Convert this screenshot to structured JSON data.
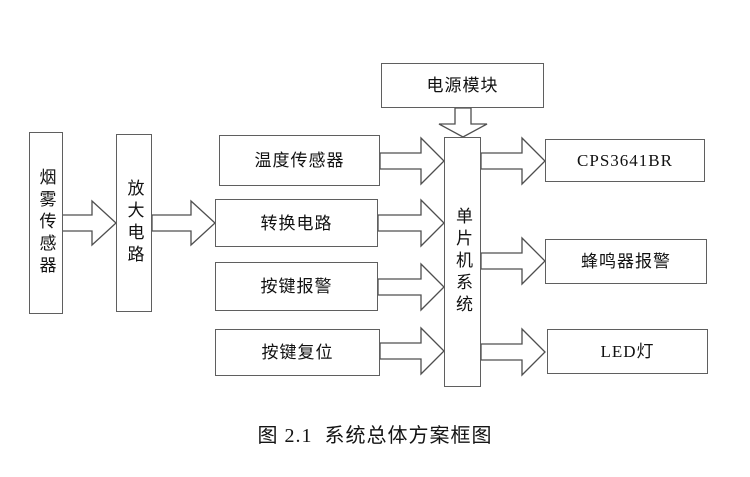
{
  "page": {
    "background": "#ffffff"
  },
  "diagram": {
    "caption": "图 2.1  系统总体方案框图",
    "nodes": {
      "smoke_sensor": {
        "label": "烟雾传感器"
      },
      "amplifier": {
        "label": "放大电路"
      },
      "temp_sensor": {
        "label": "温度传感器"
      },
      "converter": {
        "label": "转换电路"
      },
      "key_alarm": {
        "label": "按键报警"
      },
      "key_reset": {
        "label": "按键复位"
      },
      "power_module": {
        "label": "电源模块"
      },
      "mcu_system": {
        "label": "单片机系统"
      },
      "cps3641br": {
        "label": "CPS3641BR"
      },
      "buzzer_alarm": {
        "label": "蜂鸣器报警"
      },
      "led_light": {
        "label": "LED灯"
      }
    },
    "connections": [
      {
        "from": "烟雾传感器",
        "to": "放大电路"
      },
      {
        "from": "放大电路",
        "to": "转换电路"
      },
      {
        "from": "电源模块",
        "to": "单片机系统"
      },
      {
        "from": "温度传感器",
        "to": "单片机系统"
      },
      {
        "from": "转换电路",
        "to": "单片机系统"
      },
      {
        "from": "按键报警",
        "to": "单片机系统"
      },
      {
        "from": "按键复位",
        "to": "单片机系统"
      },
      {
        "from": "单片机系统",
        "to": "CPS3641BR"
      },
      {
        "from": "单片机系统",
        "to": "蜂鸣器报警"
      },
      {
        "from": "单片机系统",
        "to": "LED灯"
      }
    ],
    "colors": {
      "box_border": "#5f5f5f",
      "arrow_outline": "#4f4f4f",
      "text": "#111111",
      "background": "#ffffff"
    }
  }
}
